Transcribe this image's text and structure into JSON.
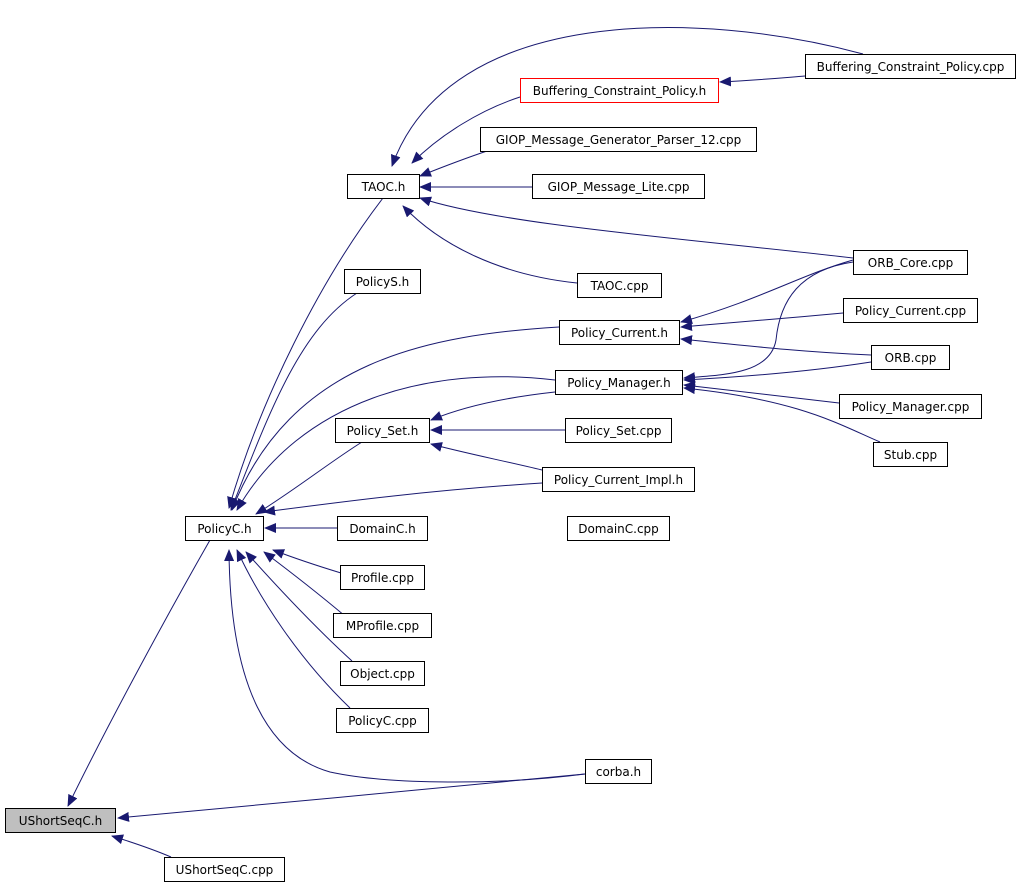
{
  "colors": {
    "edge": "#191970",
    "node_border": "#000000",
    "highlight_border": "#ff0000",
    "root_fill": "#bfbfbf"
  },
  "nodes": [
    {
      "id": "ushortseqc_h",
      "label": "UShortSeqC.h",
      "kind": "root"
    },
    {
      "id": "ushortseqc_cpp",
      "label": "UShortSeqC.cpp"
    },
    {
      "id": "corba_h",
      "label": "corba.h"
    },
    {
      "id": "policyc_h",
      "label": "PolicyC.h"
    },
    {
      "id": "domainc_h",
      "label": "DomainC.h"
    },
    {
      "id": "domainc_cpp",
      "label": "DomainC.cpp"
    },
    {
      "id": "profile_cpp",
      "label": "Profile.cpp"
    },
    {
      "id": "mprofile_cpp",
      "label": "MProfile.cpp"
    },
    {
      "id": "object_cpp",
      "label": "Object.cpp"
    },
    {
      "id": "policyc_cpp",
      "label": "PolicyC.cpp"
    },
    {
      "id": "policy_set_h",
      "label": "Policy_Set.h"
    },
    {
      "id": "policy_set_cpp",
      "label": "Policy_Set.cpp"
    },
    {
      "id": "policy_current_impl_h",
      "label": "Policy_Current_Impl.h"
    },
    {
      "id": "policy_manager_h",
      "label": "Policy_Manager.h"
    },
    {
      "id": "policy_manager_cpp",
      "label": "Policy_Manager.cpp"
    },
    {
      "id": "stub_cpp",
      "label": "Stub.cpp"
    },
    {
      "id": "orb_cpp",
      "label": "ORB.cpp"
    },
    {
      "id": "policy_current_h",
      "label": "Policy_Current.h"
    },
    {
      "id": "policy_current_cpp",
      "label": "Policy_Current.cpp"
    },
    {
      "id": "orb_core_cpp",
      "label": "ORB_Core.cpp"
    },
    {
      "id": "policys_h",
      "label": "PolicyS.h"
    },
    {
      "id": "taoc_h",
      "label": "TAOC.h"
    },
    {
      "id": "taoc_cpp",
      "label": "TAOC.cpp"
    },
    {
      "id": "giop_message_lite_cpp",
      "label": "GIOP_Message_Lite.cpp"
    },
    {
      "id": "giop_message_generator_parser_12_cpp",
      "label": "GIOP_Message_Generator_Parser_12.cpp"
    },
    {
      "id": "buffering_constraint_policy_h",
      "label": "Buffering_Constraint_Policy.h",
      "kind": "highlight"
    },
    {
      "id": "buffering_constraint_policy_cpp",
      "label": "Buffering_Constraint_Policy.cpp"
    }
  ],
  "edges": [
    {
      "from": "ushortseqc_cpp",
      "to": "ushortseqc_h"
    },
    {
      "from": "corba_h",
      "to": "ushortseqc_h"
    },
    {
      "from": "policyc_h",
      "to": "ushortseqc_h"
    },
    {
      "from": "domainc_h",
      "to": "policyc_h"
    },
    {
      "from": "profile_cpp",
      "to": "policyc_h"
    },
    {
      "from": "mprofile_cpp",
      "to": "policyc_h"
    },
    {
      "from": "object_cpp",
      "to": "policyc_h"
    },
    {
      "from": "policyc_cpp",
      "to": "policyc_h"
    },
    {
      "from": "corba_h",
      "to": "policyc_h"
    },
    {
      "from": "policy_set_h",
      "to": "policyc_h"
    },
    {
      "from": "policy_current_impl_h",
      "to": "policyc_h"
    },
    {
      "from": "policy_manager_h",
      "to": "policyc_h"
    },
    {
      "from": "policy_current_h",
      "to": "policyc_h"
    },
    {
      "from": "policys_h",
      "to": "policyc_h"
    },
    {
      "from": "taoc_h",
      "to": "policyc_h"
    },
    {
      "from": "domainc_cpp",
      "to": "domainc_h"
    },
    {
      "from": "corba_h",
      "to": "domainc_h"
    },
    {
      "from": "policy_set_cpp",
      "to": "policy_set_h"
    },
    {
      "from": "policy_current_impl_h",
      "to": "policy_set_h"
    },
    {
      "from": "policy_manager_h",
      "to": "policy_set_h"
    },
    {
      "from": "policy_manager_cpp",
      "to": "policy_manager_h"
    },
    {
      "from": "stub_cpp",
      "to": "policy_manager_h"
    },
    {
      "from": "orb_cpp",
      "to": "policy_manager_h"
    },
    {
      "from": "orb_core_cpp",
      "to": "policy_manager_h"
    },
    {
      "from": "orb_cpp",
      "to": "policy_current_h"
    },
    {
      "from": "policy_current_cpp",
      "to": "policy_current_h"
    },
    {
      "from": "orb_core_cpp",
      "to": "policy_current_h"
    },
    {
      "from": "taoc_cpp",
      "to": "taoc_h"
    },
    {
      "from": "orb_core_cpp",
      "to": "taoc_h"
    },
    {
      "from": "giop_message_lite_cpp",
      "to": "taoc_h"
    },
    {
      "from": "giop_message_generator_parser_12_cpp",
      "to": "taoc_h"
    },
    {
      "from": "buffering_constraint_policy_h",
      "to": "taoc_h"
    },
    {
      "from": "buffering_constraint_policy_cpp",
      "to": "taoc_h"
    },
    {
      "from": "buffering_constraint_policy_cpp",
      "to": "buffering_constraint_policy_h"
    }
  ]
}
